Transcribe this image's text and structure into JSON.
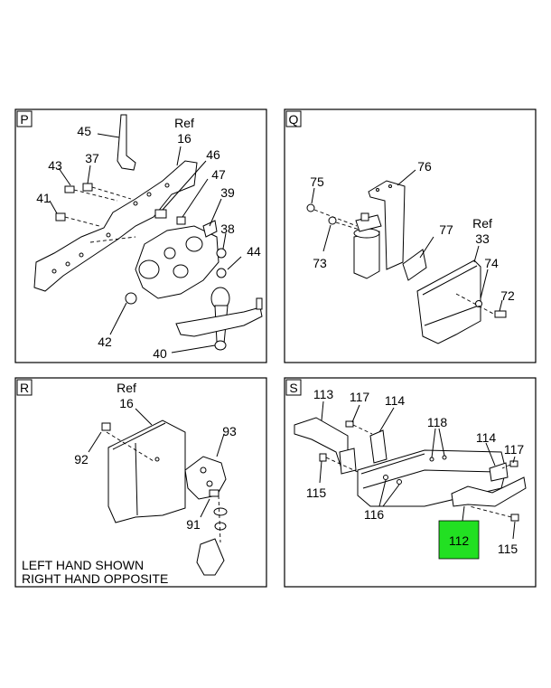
{
  "panels": {
    "p": {
      "tag": "P",
      "labels": {
        "c45": "45",
        "ref": "Ref",
        "c16": "16",
        "c46": "46",
        "c43": "43",
        "c37": "37",
        "c47": "47",
        "c41": "41",
        "c39": "39",
        "c38": "38",
        "c44": "44",
        "c42": "42",
        "c40": "40"
      }
    },
    "q": {
      "tag": "Q",
      "labels": {
        "c75": "75",
        "c76": "76",
        "c73": "73",
        "c77": "77",
        "ref": "Ref",
        "c33": "33",
        "c74": "74",
        "c72": "72"
      }
    },
    "r": {
      "tag": "R",
      "labels": {
        "ref": "Ref",
        "c16": "16",
        "c93": "93",
        "c92": "92",
        "c91": "91"
      },
      "note_line1": "LEFT HAND SHOWN",
      "note_line2": "RIGHT HAND OPPOSITE"
    },
    "s": {
      "tag": "S",
      "labels": {
        "c113": "113",
        "c117a": "117",
        "c114a": "114",
        "c118": "118",
        "c114b": "114",
        "c117b": "117",
        "c115a": "115",
        "c116": "116",
        "c112": "112",
        "c115b": "115"
      },
      "highlight_color": "#22e022"
    }
  }
}
